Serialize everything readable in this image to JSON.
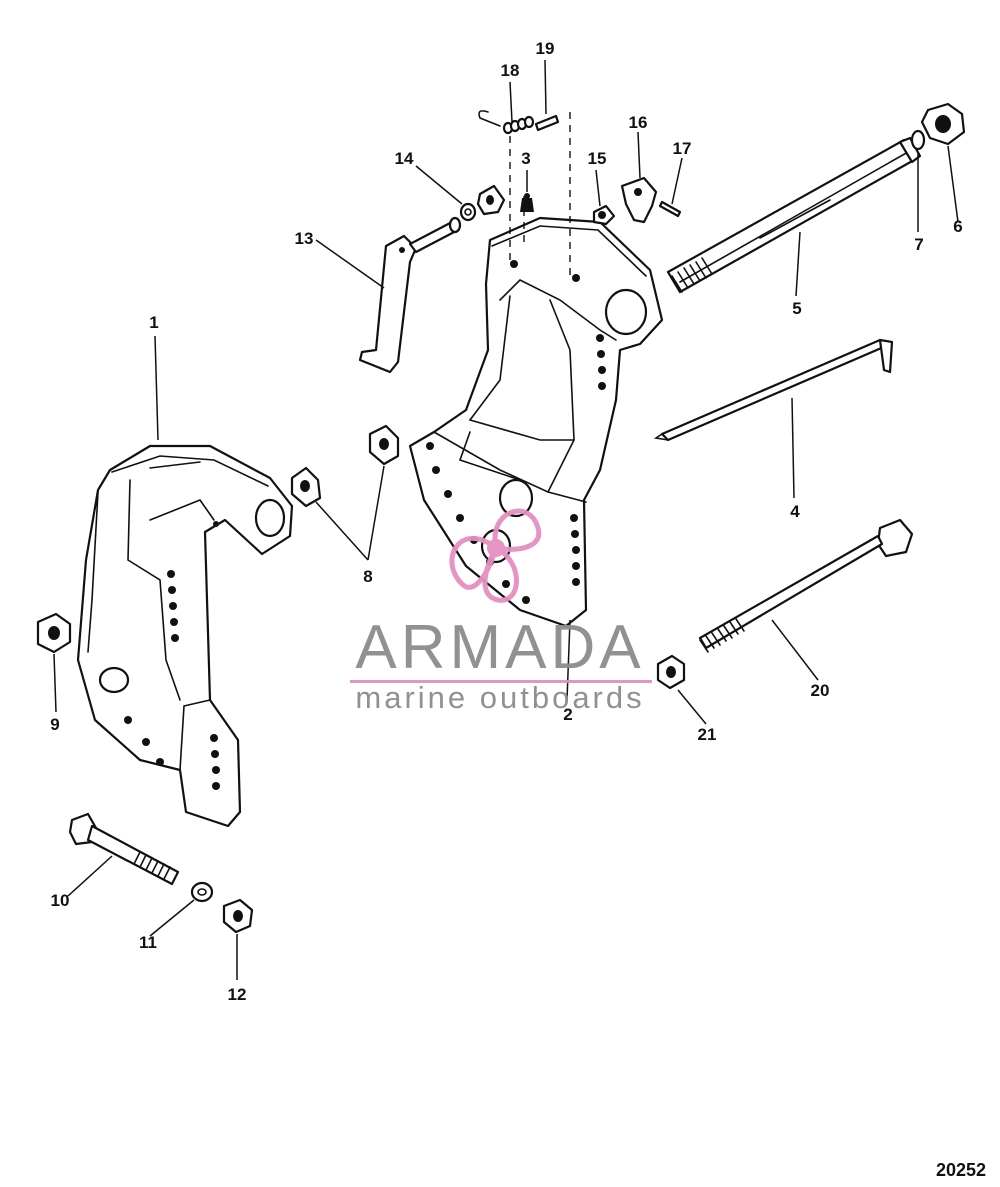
{
  "figure_number": "20252",
  "callouts": [
    "1",
    "2",
    "3",
    "4",
    "5",
    "6",
    "7",
    "8",
    "9",
    "10",
    "11",
    "12",
    "13",
    "14",
    "15",
    "16",
    "17",
    "18",
    "19",
    "20",
    "21"
  ],
  "watermark": {
    "brand": "ARMADA",
    "tagline": "marine outboards",
    "accent_color": "#e58fc0",
    "text_color": "#8c8c8c",
    "icon": "propeller-logo-icon"
  },
  "colors": {
    "ink": "#111111",
    "background": "#ffffff"
  }
}
